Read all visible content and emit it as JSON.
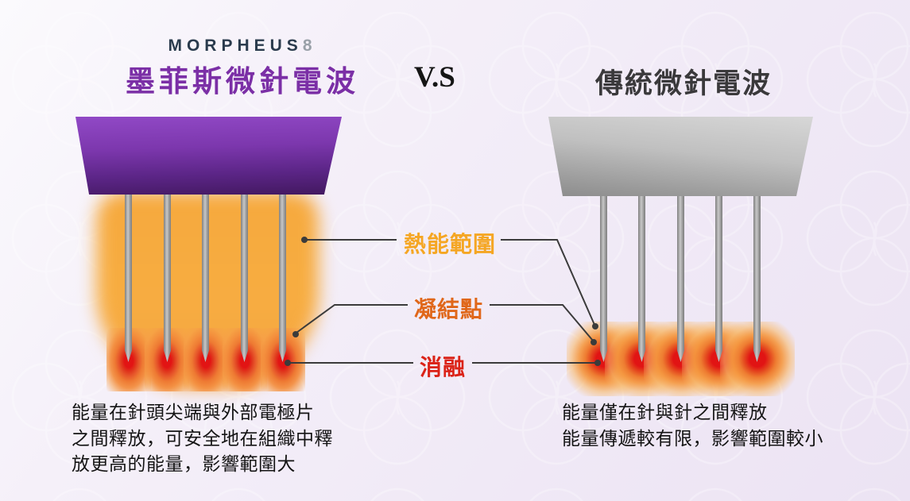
{
  "header": {
    "brand": "MORPHEUS",
    "brand_digit": "8",
    "left_title": "墨菲斯微針電波",
    "vs": "V.S",
    "right_title": "傳統微針電波"
  },
  "callouts": {
    "heat_range": "熱能範圍",
    "coagulation_point": "凝結點",
    "ablation": "消融"
  },
  "captions": {
    "left": [
      "能量在針頭尖端與外部電極片",
      "之間釋放，可安全地在組織中釋",
      "放更高的能量，影響範圍大"
    ],
    "right": [
      "能量僅在針與針之間釋放",
      "能量傳遞較有限，影響範圍較小"
    ]
  },
  "colors": {
    "background": "#F1EBF6",
    "brand_text": "#2A3B4D",
    "brand_digit": "#9AA1A9",
    "left_title": "#7B2FA6",
    "right_title": "#3A393B",
    "vs": "#151515",
    "heat_label": "#F5A623",
    "coagulation_label": "#E0671A",
    "ablation_label": "#DB2318",
    "morpheus_head_purple": "#6F2D9F",
    "traditional_head_gray": "#ABABAB",
    "heat_glow_orange": "#F7AC3F",
    "tip_core_red": "#E11414",
    "connector_line": "#3B3B3B"
  }
}
